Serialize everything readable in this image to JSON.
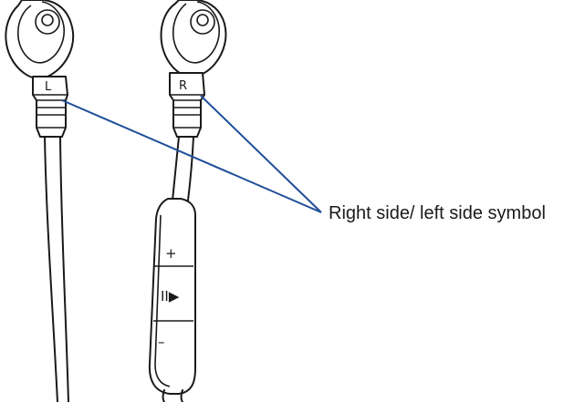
{
  "left_earbud": {
    "marker": "L"
  },
  "right_earbud": {
    "marker": "R"
  },
  "remote": {
    "volume_up": "+",
    "play_pause": "II▶",
    "volume_down": "–"
  },
  "callout": {
    "label": "Right side/ left side symbol",
    "color": "#1f4e99"
  }
}
